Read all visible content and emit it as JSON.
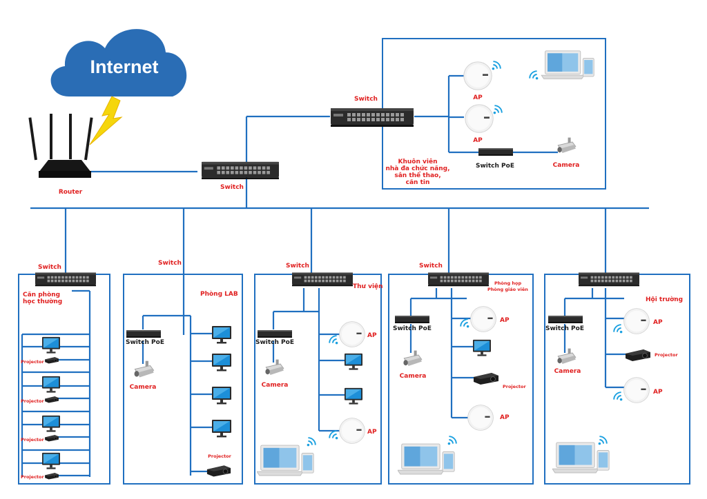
{
  "internet": "Internet",
  "router": "Router",
  "switch": "Switch",
  "switch_poe": "Switch PoE",
  "camera": "Camera",
  "ap": "AP",
  "projector": "Projector",
  "zones": {
    "campus": [
      "Khuôn viên",
      "nhà đa chức năng,",
      "sân thể thao,",
      "căn tin"
    ],
    "classroom": [
      "Căn phòng",
      "học thường"
    ],
    "lab": "Phòng LAB",
    "library": "Thư viện",
    "meeting": [
      "Phòng họp",
      "Phòng giáo viên"
    ],
    "hall": "Hội trường"
  },
  "colors": {
    "line": "#1f6fc0",
    "label": "#e02020",
    "cloud": "#2a6db5"
  }
}
